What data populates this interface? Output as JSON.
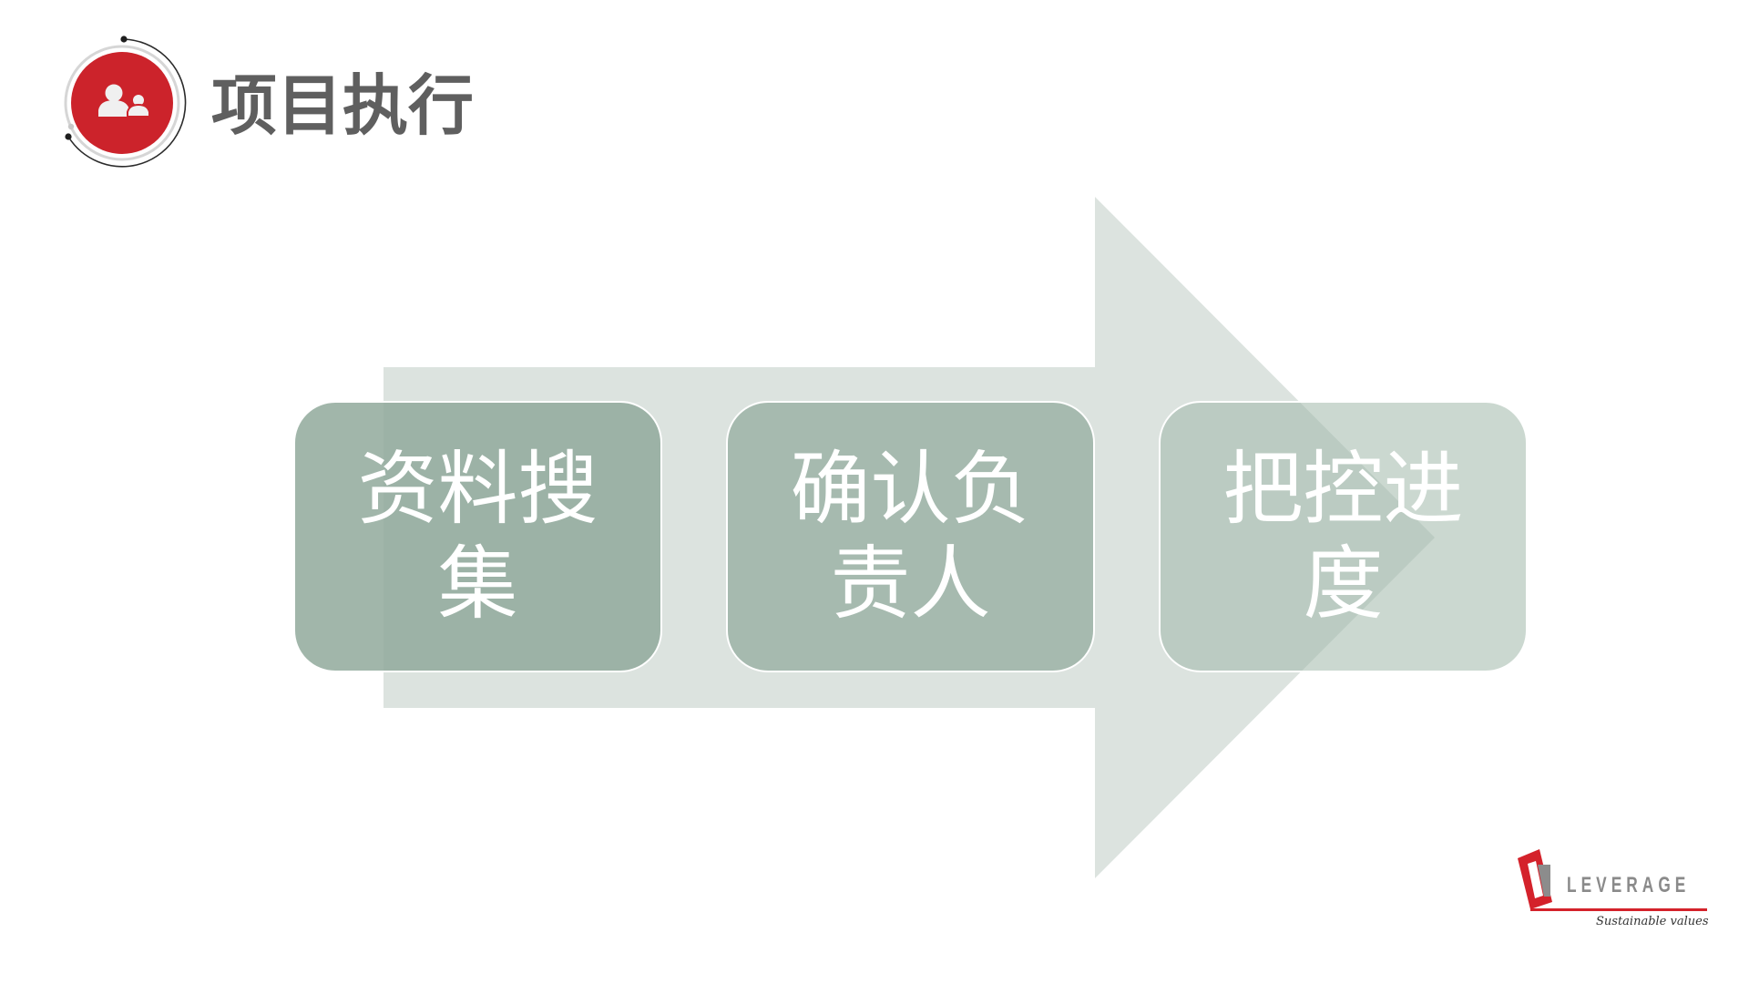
{
  "header": {
    "title": "项目执行",
    "icon": "users-icon"
  },
  "diagram": {
    "type": "process-arrow",
    "steps": [
      {
        "label": "资料搜集"
      },
      {
        "label": "确认负责人"
      },
      {
        "label": "把控进度"
      }
    ]
  },
  "logo": {
    "wordmark": "LEVERAGE",
    "tagline": "Sustainable values"
  },
  "colors": {
    "accent_red": "#cc232b",
    "title_gray": "#5f5f5f",
    "arrow_fill": "#dce3df",
    "box_green": "#9fb3a7",
    "text_white": "#ffffff"
  }
}
